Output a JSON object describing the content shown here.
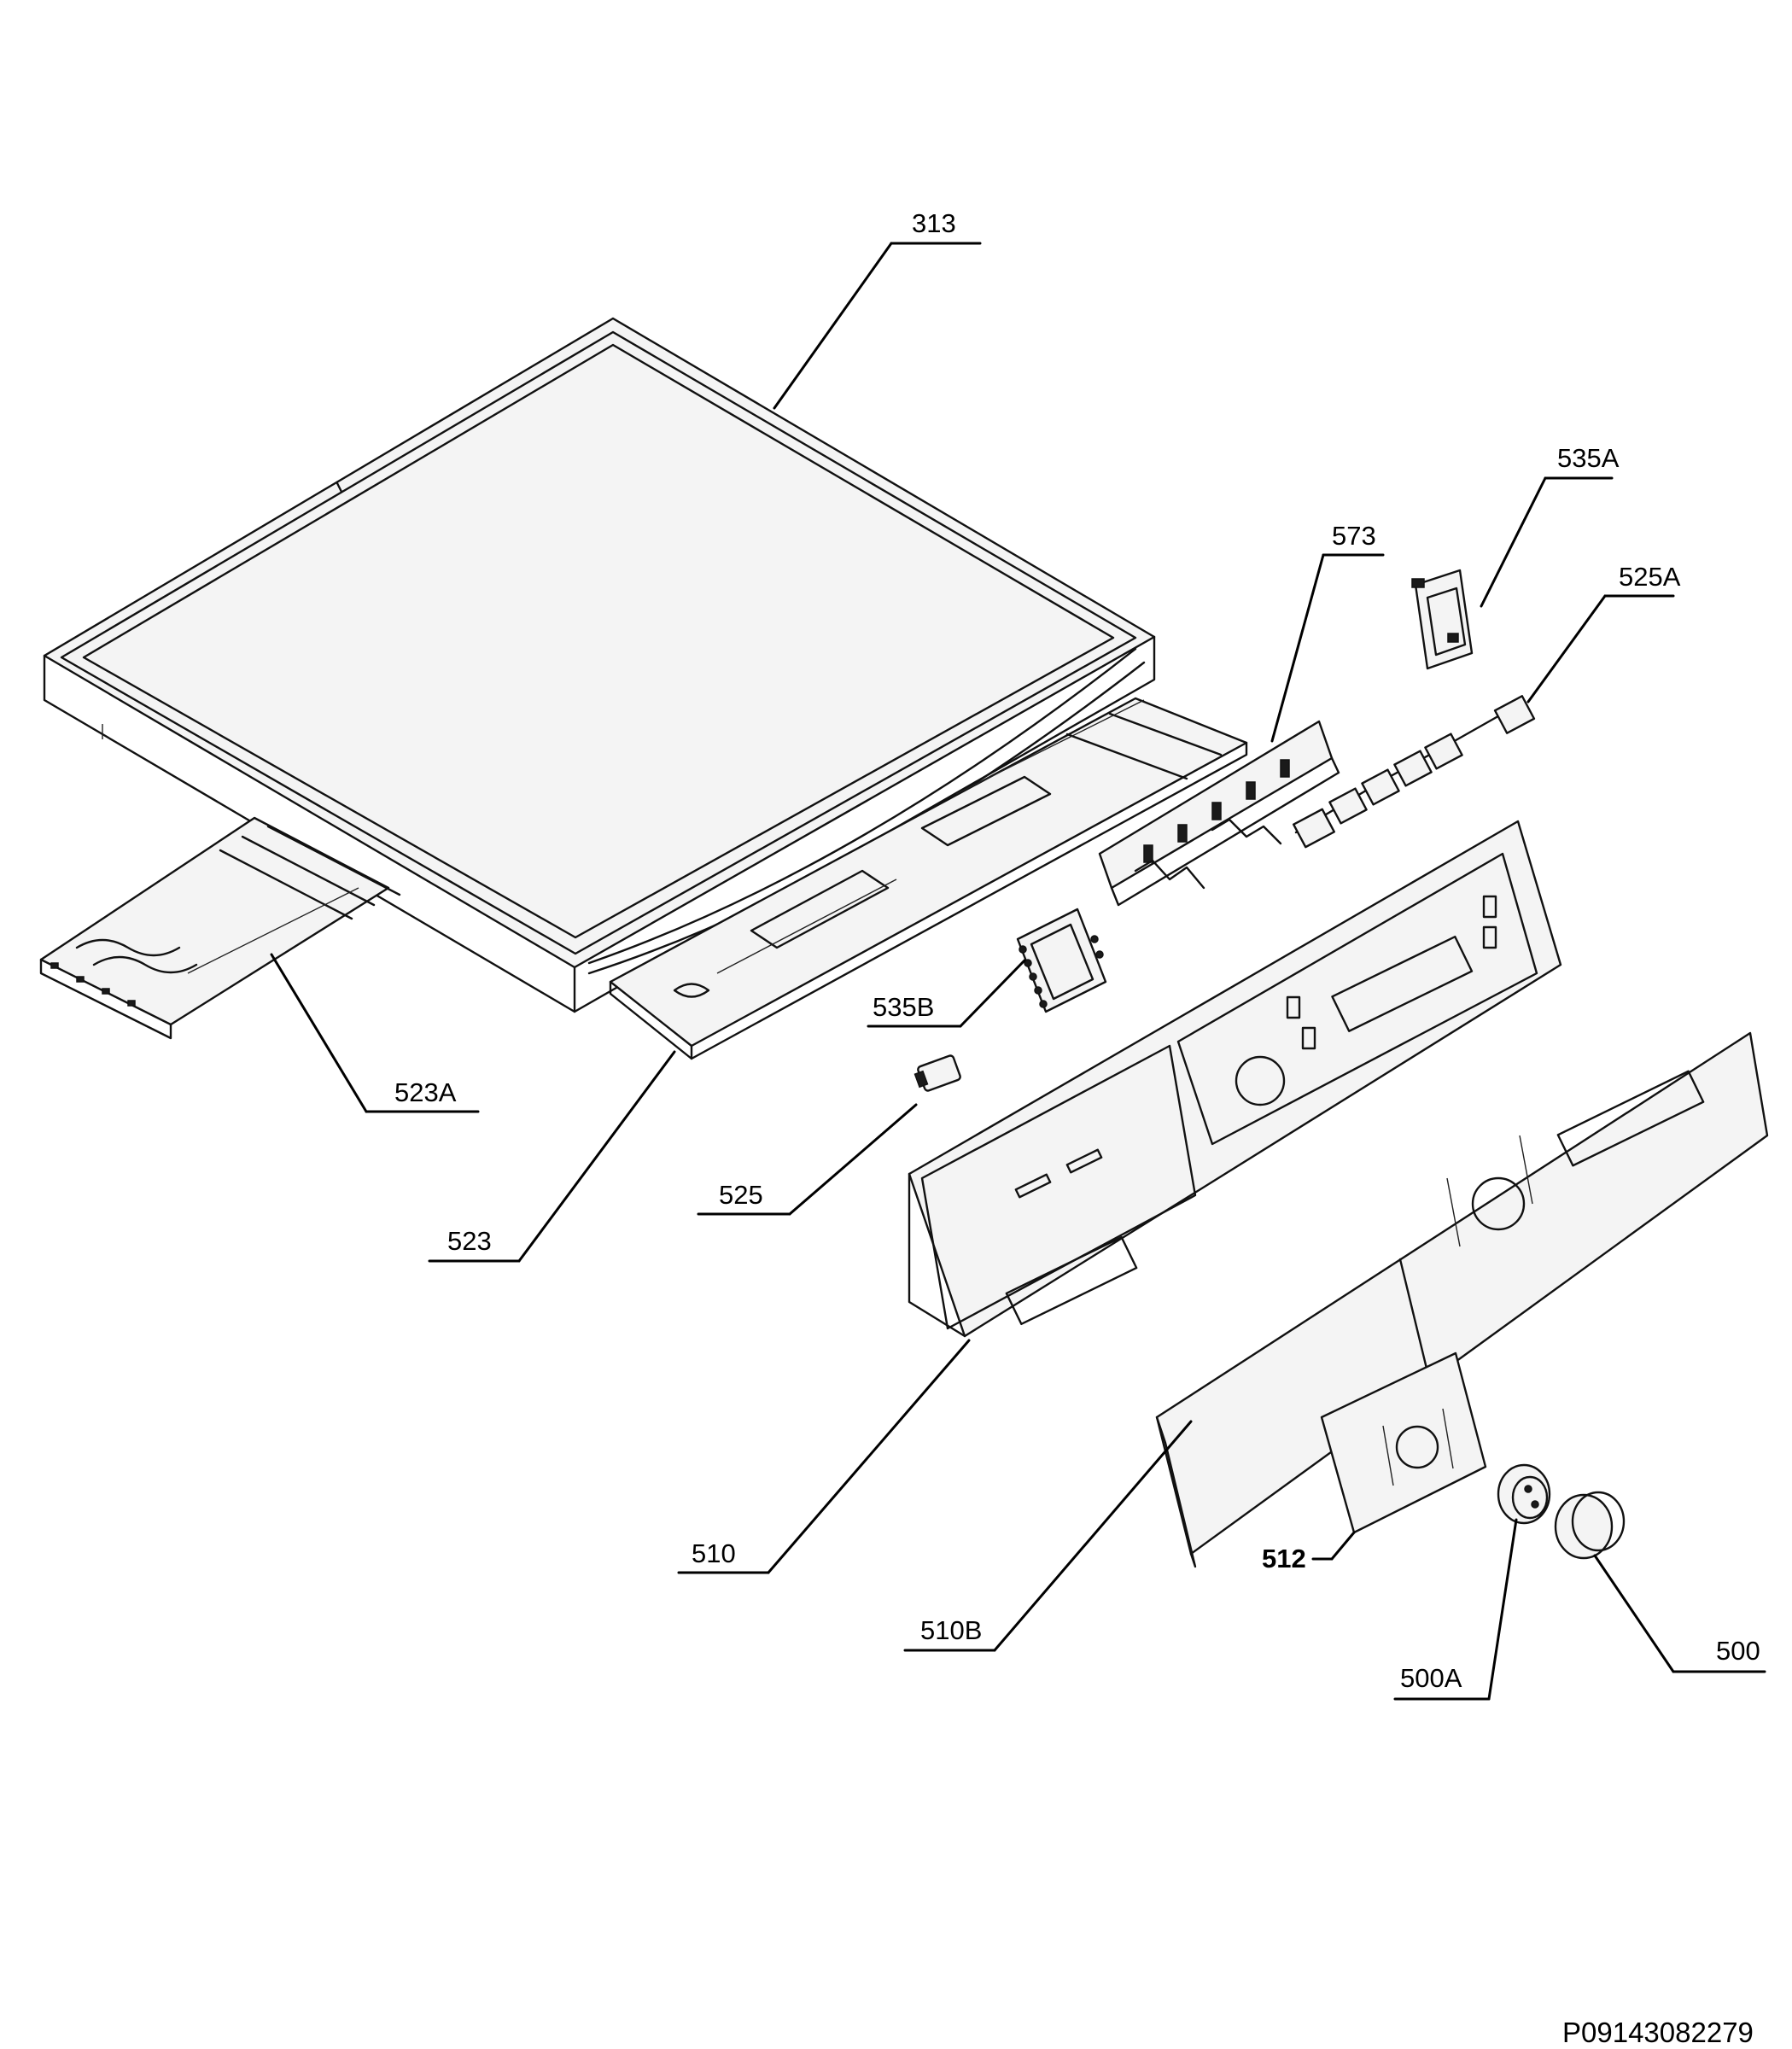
{
  "callouts": {
    "c313": "313",
    "c535A": "535A",
    "c573": "573",
    "c525A": "525A",
    "c535B": "535B",
    "c523A": "523A",
    "c525": "525",
    "c523": "523",
    "c510": "510",
    "c512": "512",
    "c510B": "510B",
    "c500": "500",
    "c500A": "500A"
  },
  "reference_code": "P09143082279",
  "colors": {
    "line": "#111111",
    "background": "#ffffff"
  }
}
